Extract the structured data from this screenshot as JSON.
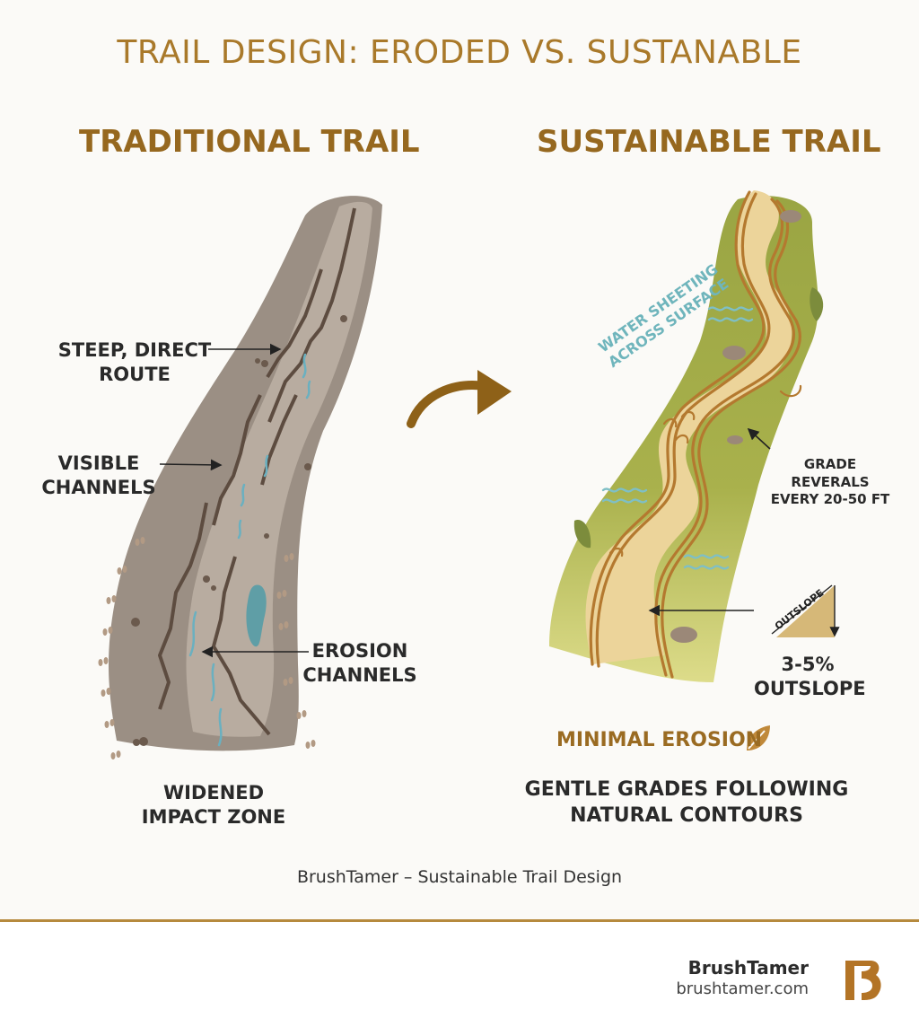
{
  "title": "TRAIL DESIGN: ERODED VS. SUSTANABLE",
  "left_panel": {
    "title": "TRADITIONAL TRAIL",
    "labels": {
      "steep_l1": "STEEP, DIRECT",
      "steep_l2": "ROUTE",
      "visible_l1": "VISIBLE",
      "visible_l2": "CHANNELS",
      "erosion_l1": "EROSION",
      "erosion_l2": "CHANNELS",
      "widened_l1": "WIDENED",
      "widened_l2": "IMPACT ZONE"
    }
  },
  "right_panel": {
    "title": "SUSTAINABLE TRAIL",
    "labels": {
      "water_l1": "WATER SHEETING",
      "water_l2": "ACROSS SURFACE",
      "grade_l1": "GRADE REVERALS",
      "grade_l2": "EVERY 20-50 FT",
      "outslope_tag": "OUTSLOPE",
      "outslope_pct": "3-5%",
      "outslope_word": "OUTSLOPE",
      "minimal": "MINIMAL EROSION",
      "gentle_l1": "GENTLE GRADES FOLLOWING",
      "gentle_l2": "NATURAL CONTOURS"
    }
  },
  "caption": "BrushTamer – Sustainable Trail Design",
  "footer": {
    "brand": "BrushTamer",
    "url": "brushtamer.com"
  },
  "colors": {
    "title_gold": "#a9792a",
    "heading_brown": "#96681f",
    "eroded_trail": "#9a8e83",
    "trail_center": "#bfb3a6",
    "grass": "#a4ad4c",
    "tread": "#ecd49c",
    "tread_edge": "#b3782e",
    "water": "#7fbfc5",
    "divider": "#b68a3e"
  }
}
